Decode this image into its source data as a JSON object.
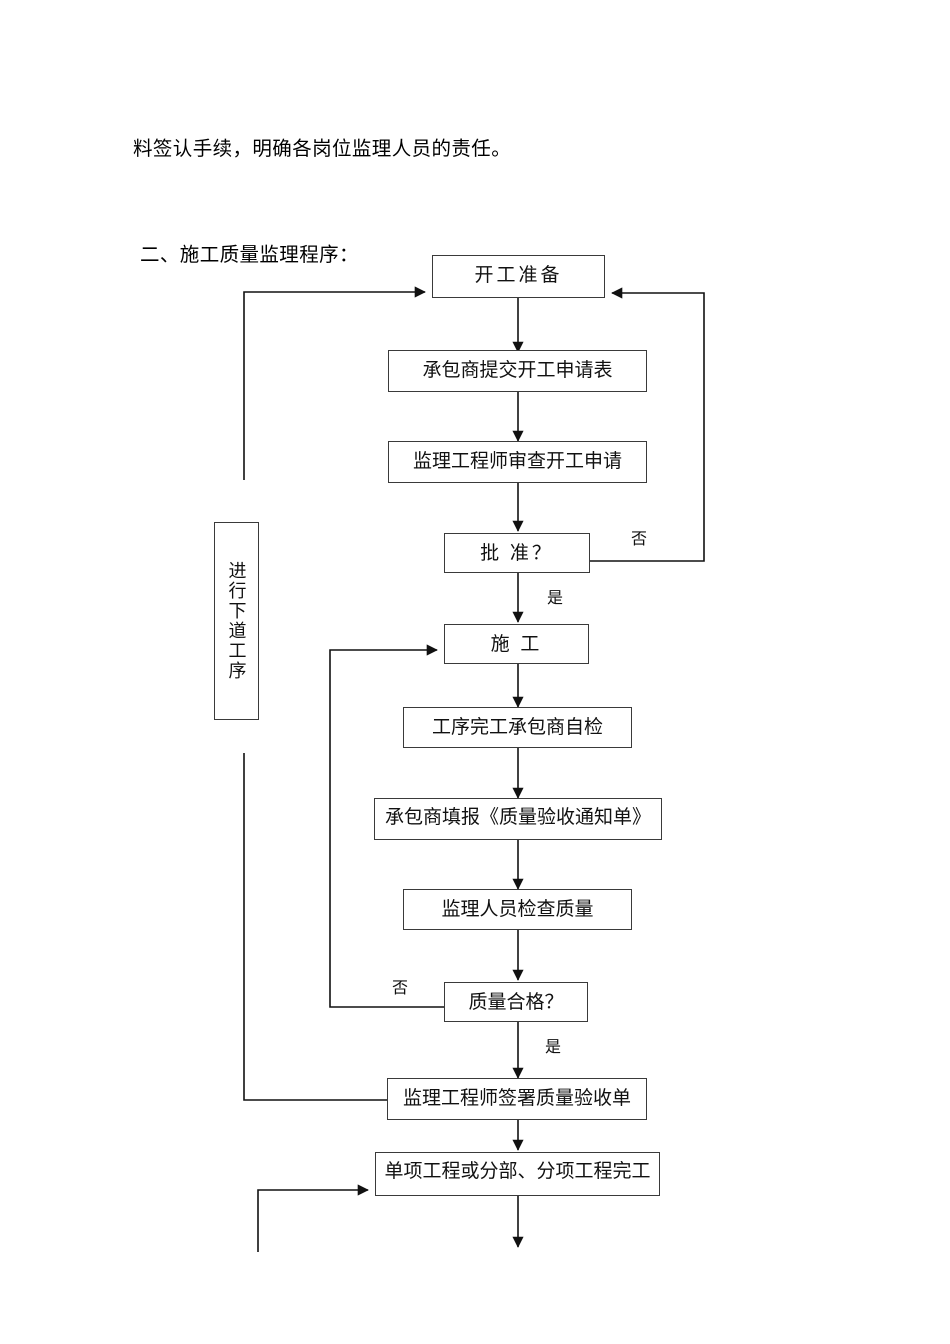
{
  "document": {
    "paragraph_text": "料签认手续，明确各岗位监理人员的责任。",
    "section_heading": "二、施工质量监理程序："
  },
  "flowchart": {
    "nodes": [
      {
        "id": "start-preparation",
        "label": "开工准备"
      },
      {
        "id": "submit-application",
        "label": "承包商提交开工申请表"
      },
      {
        "id": "review-application",
        "label": "监理工程师审查开工申请"
      },
      {
        "id": "approval-decision",
        "label": "批 准？"
      },
      {
        "id": "construction",
        "label": "施 工"
      },
      {
        "id": "contractor-selfcheck",
        "label": "工序完工承包商自检"
      },
      {
        "id": "quality-notice",
        "label": "承包商填报《质量验收通知单》"
      },
      {
        "id": "supervisor-inspect",
        "label": "监理人员检查质量"
      },
      {
        "id": "quality-decision",
        "label": "质量合格？"
      },
      {
        "id": "sign-acceptance",
        "label": "监理工程师签署质量验收单"
      },
      {
        "id": "works-completed",
        "label": "单项工程或分部、分项工程完工"
      },
      {
        "id": "next-process",
        "label": "进行下道工序"
      }
    ],
    "edge_labels": {
      "approval_no": "否",
      "approval_yes": "是",
      "quality_no": "否",
      "quality_yes": "是"
    },
    "colors": {
      "stroke": "#3a3a3a",
      "arrow": "#111111",
      "background": "#ffffff"
    }
  }
}
